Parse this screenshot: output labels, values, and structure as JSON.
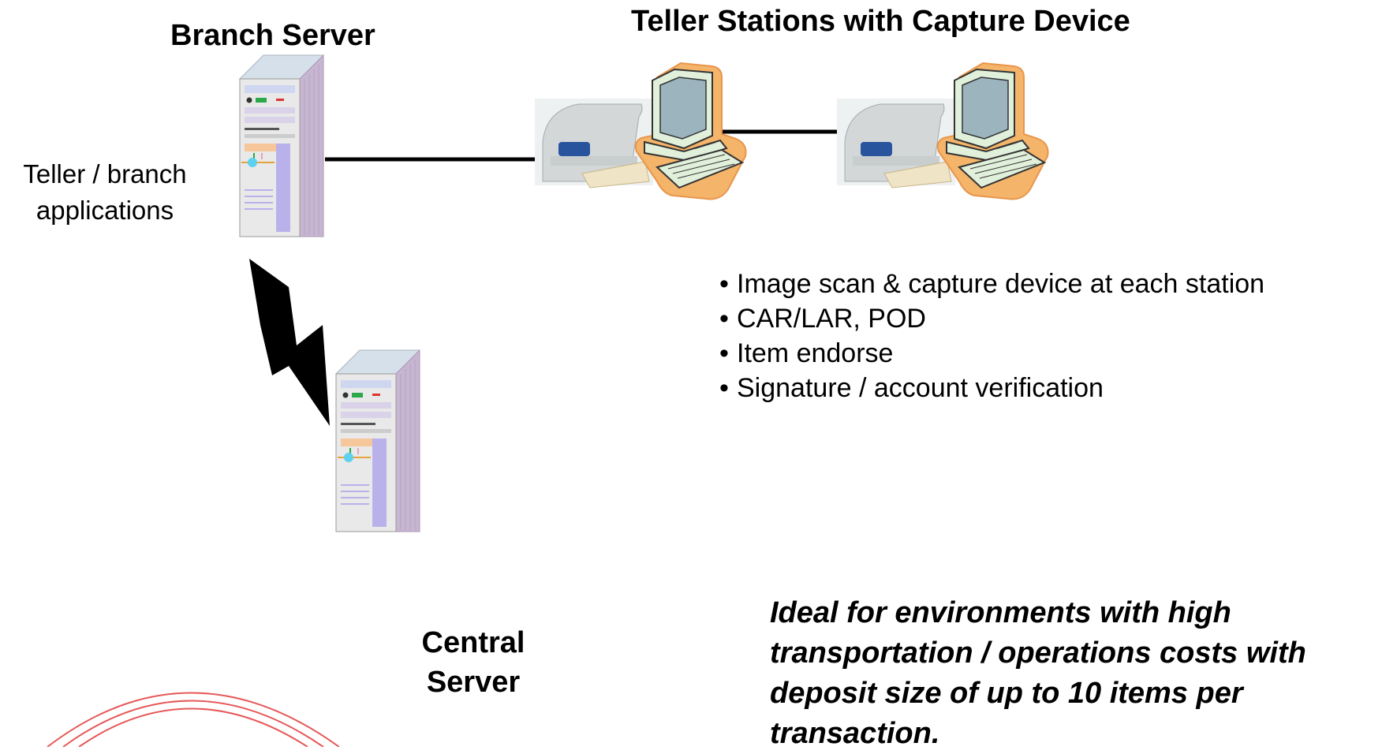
{
  "titles": {
    "branch_server": "Branch Server",
    "teller_stations": "Teller Stations with Capture Device",
    "central_server": [
      "Central",
      "Server"
    ]
  },
  "branch_server_label": [
    "Teller / branch",
    "applications"
  ],
  "features": [
    "Image scan & capture device at each station",
    "CAR/LAR, POD",
    "Item endorse",
    "Signature / account verification"
  ],
  "bullet_glyph": "•",
  "note": "Ideal for environments with high transportation / operations costs with deposit size of up to 10 items per transaction.",
  "colors": {
    "server_body": "#e9e9e9",
    "server_side": "#c7b6d2",
    "server_top": "#d6e0ea",
    "monitor_outline": "#f4b46a",
    "monitor_body": "#e1f0da",
    "screen": "#9bb4bd",
    "lightning": "#000000",
    "watermark": "#e23b3b"
  },
  "icons": [
    "server-icon",
    "teller-station-icon",
    "check-scanner-icon",
    "lightning-link-icon"
  ]
}
